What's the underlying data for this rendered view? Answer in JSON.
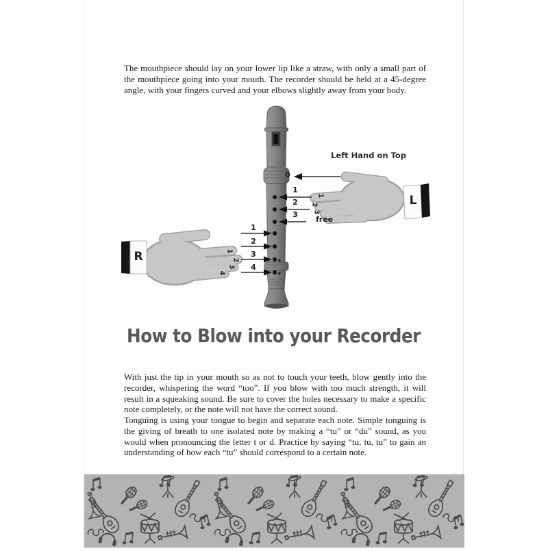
{
  "document": {
    "intro_paragraph": "The mouthpiece should lay on your lower lip like a straw, with only a small part of the mouthpiece going into your mouth. The recorder should be held at a 45-degree angle, with your fingers curved and your elbows slightly away from your body.",
    "section_heading": "How to Blow into your Recorder",
    "blowing_paragraph": "With just the tip in your mouth so as not to touch your teeth, blow gently into the recorder, whispering the word “too”.  If you blow with too much strength, it will result in a squeaking sound.  Be sure to cover the holes necessary to make a specific note completely, or the note will not have the correct sound.",
    "tonguing_paragraph": "Tonguing is using your tongue to begin and separate each note.  Simple tonguing is the giving of breath to one isolated note by making a “tu” or “du” sound, as you would when pronouncing the letter t or d.  Practice by saying “tu, tu, tu” to gain an understanding of how each “tu” should correspond to a certain note."
  },
  "diagram": {
    "caption": "Left Hand on Top",
    "left_hand_cuff_label": "L",
    "right_hand_cuff_label": "R",
    "thumb_arrow_label": "0",
    "free_label": "free",
    "top_hole_arrows": [
      "1",
      "2",
      "3"
    ],
    "bottom_hole_arrows": [
      "1",
      "2",
      "3",
      "4"
    ],
    "left_hand_finger_numbers": [
      "1",
      "2",
      "3"
    ],
    "right_hand_finger_numbers": [
      "1",
      "2",
      "3",
      "4"
    ]
  },
  "colors": {
    "heading_text": "#58585a",
    "body_text": "#1c1c1c",
    "recorder_body": "#7d7d7d",
    "hand_fill": "#c7c7c7",
    "pattern_background": "#b3b3b3",
    "pattern_ink": "#4d4d4d"
  }
}
